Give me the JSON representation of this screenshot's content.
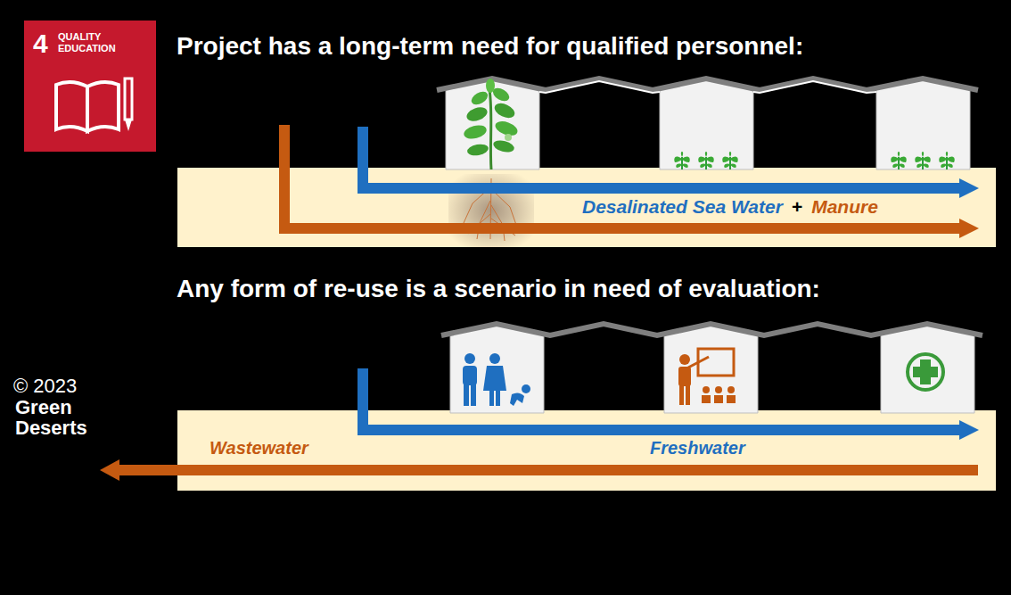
{
  "diagram": {
    "title": "Project has a long-term need for qualified personnel:",
    "nodes": [
      {
        "text": [
          "4",
          "QUALITY EDUCATION"
        ]
      },
      {
        "text": [
          "Desalinated Sea Water",
          "+",
          "Manure"
        ]
      },
      {
        "text": [
          "Wastewater",
          "Freshwater"
        ]
      }
    ],
    "edges": [],
    "labels": [
      "Any form of re-use is a scenario in need of evaluation:",
      "© 2023",
      "Green Deserts"
    ]
  }
}
